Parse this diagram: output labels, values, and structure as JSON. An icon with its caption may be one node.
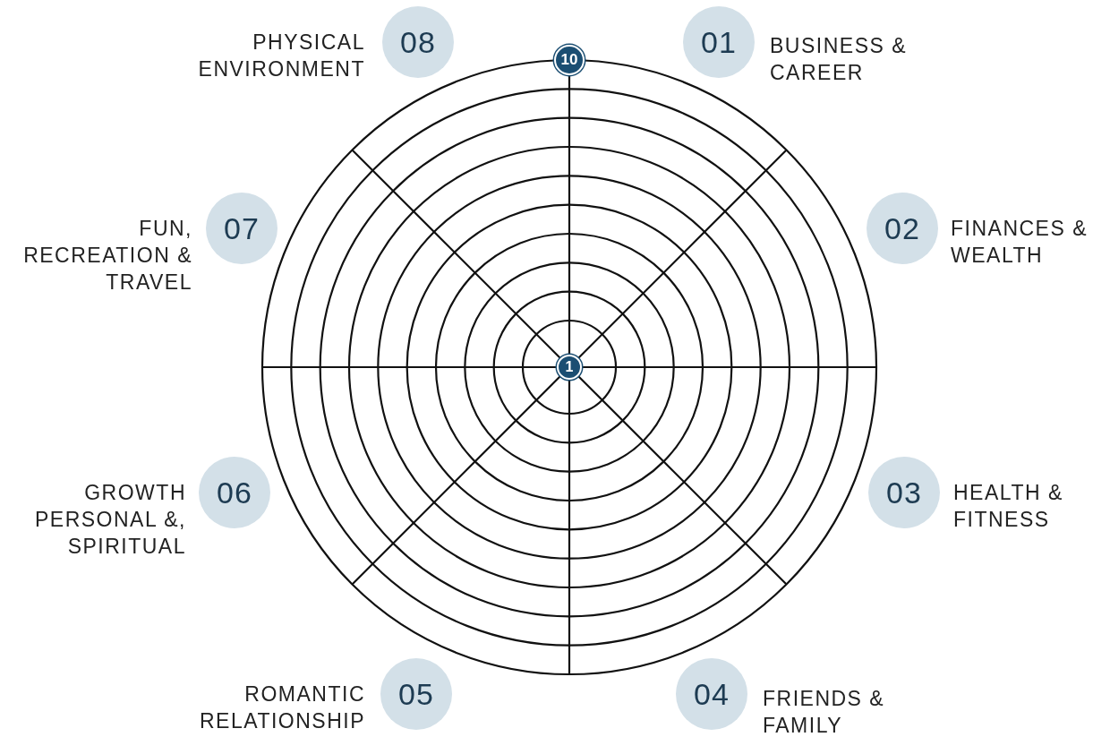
{
  "diagram": {
    "nodes": [
      {
        "text": [
          "01"
        ],
        "beside": [
          "BUSINESS & CAREER"
        ]
      },
      {
        "text": [
          "02"
        ],
        "beside": [
          "FINANCES & WEALTH"
        ]
      },
      {
        "text": [
          "03"
        ],
        "beside": [
          "HEALTH & FITNESS"
        ]
      },
      {
        "text": [
          "04"
        ],
        "beside": [
          "FRIENDS & FAMILY"
        ]
      },
      {
        "text": [
          "05"
        ],
        "beside": [
          "ROMANTIC RELATIONSHIP"
        ]
      },
      {
        "text": [
          "06"
        ],
        "beside": [
          "GROWTH PERSONAL &, SPIRITUAL"
        ]
      },
      {
        "text": [
          "07"
        ],
        "beside": [
          "FUN, RECREATION & TRAVEL"
        ]
      },
      {
        "text": [
          "08"
        ],
        "beside": [
          "PHYSICAL ENVIRONMENT"
        ]
      }
    ],
    "labels": [
      "10",
      "1"
    ]
  }
}
